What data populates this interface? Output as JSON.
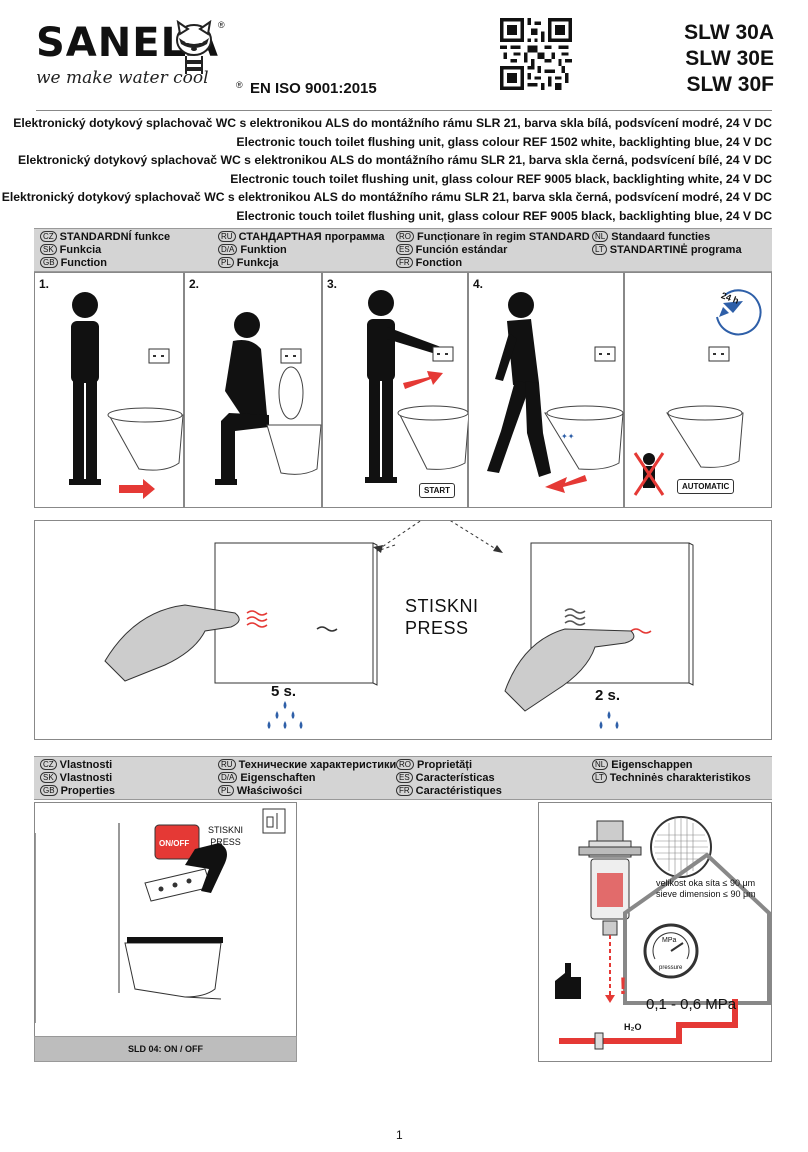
{
  "brand": {
    "name": "SANELA",
    "slogan": "we make water cool",
    "registered": "®"
  },
  "certification": "EN ISO 9001:2015",
  "models": [
    "SLW 30A",
    "SLW 30E",
    "SLW 30F"
  ],
  "descriptions": [
    "Elektronický dotykový splachovač WC s elektronikou ALS do montážního rámu SLR 21, barva skla bílá, podsvícení modré, 24 V DC",
    "Electronic touch toilet flushing unit, glass colour REF 1502 white, backlighting blue, 24 V DC",
    "Elektronický dotykový splachovač WC s elektronikou ALS do montážního rámu SLR 21, barva skla černá, podsvícení bílé, 24 V DC",
    "Electronic touch toilet flushing unit, glass colour REF 9005 black, backlighting white, 24 V DC",
    "Elektronický dotykový splachovač WC s elektronikou ALS do montážního rámu SLR 21, barva skla černá, podsvícení modré, 24 V DC",
    "Electronic touch toilet flushing unit, glass colour REF 9005 black, backlighting blue, 24 V DC"
  ],
  "function_bar": {
    "col1": [
      {
        "code": "CZ",
        "label": "STANDARDNÍ funkce"
      },
      {
        "code": "SK",
        "label": "Funkcia"
      },
      {
        "code": "GB",
        "label": "Function"
      }
    ],
    "col2": [
      {
        "code": "RU",
        "label": "СТАНДАРТНАЯ программа"
      },
      {
        "code": "D/A",
        "label": "Funktion"
      },
      {
        "code": "PL",
        "label": "Funkcja"
      }
    ],
    "col3": [
      {
        "code": "RO",
        "label": "Funcționare în regim STANDARD"
      },
      {
        "code": "ES",
        "label": "Función estándar"
      },
      {
        "code": "FR",
        "label": "Fonction"
      }
    ],
    "col4": [
      {
        "code": "NL",
        "label": "Standaard functies"
      },
      {
        "code": "LT",
        "label": "STANDARTINĖ programa"
      }
    ]
  },
  "steps": {
    "s1": "1.",
    "s2": "2.",
    "s3": "3.",
    "s4": "4.",
    "start": "START",
    "automatic": "AUTOMATIC",
    "hours": "24 h"
  },
  "press_panel": {
    "press_cz": "STISKNI",
    "press_en": "PRESS",
    "long_time": "5 s.",
    "short_time": "2 s."
  },
  "properties_bar": {
    "col1": [
      {
        "code": "CZ",
        "label": "Vlastnosti"
      },
      {
        "code": "SK",
        "label": "Vlastnosti"
      },
      {
        "code": "GB",
        "label": "Properties"
      }
    ],
    "col2": [
      {
        "code": "RU",
        "label": "Технические характеристики"
      },
      {
        "code": "D/A",
        "label": "Eigenschaften"
      },
      {
        "code": "PL",
        "label": "Właściwości"
      }
    ],
    "col3": [
      {
        "code": "RO",
        "label": "Proprietăți"
      },
      {
        "code": "ES",
        "label": "Características"
      },
      {
        "code": "FR",
        "label": "Caractéristiques"
      }
    ],
    "col4": [
      {
        "code": "NL",
        "label": "Eigenschappen"
      },
      {
        "code": "LT",
        "label": "Techninės charakteristikos"
      }
    ]
  },
  "sld": {
    "onoff": "ON/OFF",
    "stiskni": "STISKNI",
    "press": "PRESS",
    "caption": "SLD 04: ON / OFF"
  },
  "filter": {
    "mesh_cz": "velikost oka síta ≤ 90 μm",
    "mesh_en": "sieve dimension ≤ 90 μm",
    "pressure": "0,1 - 0,6 MPa",
    "gauge_unit": "MPa",
    "gauge_label": "pressure",
    "water": "H₂O",
    "warning": "!"
  },
  "page_number": "1",
  "colors": {
    "bar_grey": "#d4d4d4",
    "arrow_red": "#e53935",
    "drop_blue": "#2e5fa8"
  }
}
